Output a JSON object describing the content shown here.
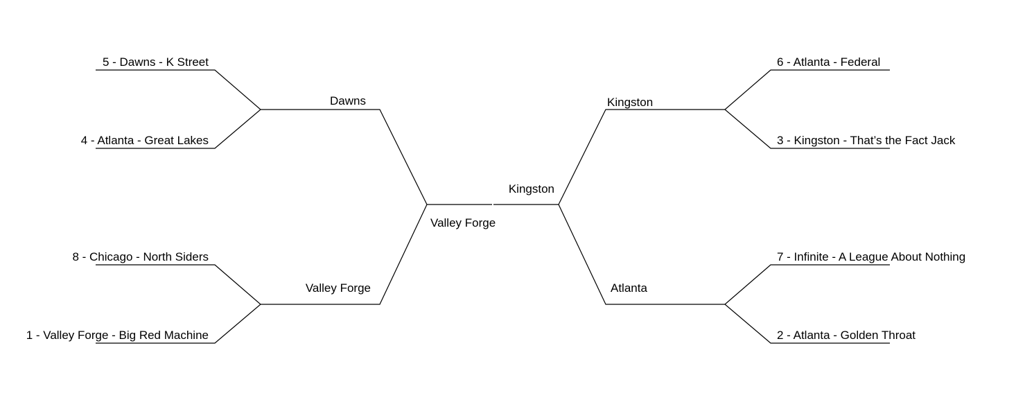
{
  "bracket": {
    "left_round1": [
      "5 - Dawns - K Street",
      "4 - Atlanta - Great Lakes",
      "8 - Chicago - North Siders",
      "1 - Valley Forge - Big Red Machine"
    ],
    "right_round1": [
      "6 - Atlanta - Federal",
      "3 - Kingston - That’s the Fact Jack",
      "7 - Infinite - A League About Nothing",
      "2 - Atlanta - Golden Throat"
    ],
    "left_round2": [
      "Dawns",
      "Valley Forge"
    ],
    "right_round2": [
      "Kingston",
      "Atlanta"
    ],
    "final": {
      "left": "Valley Forge",
      "right": "Kingston"
    }
  }
}
